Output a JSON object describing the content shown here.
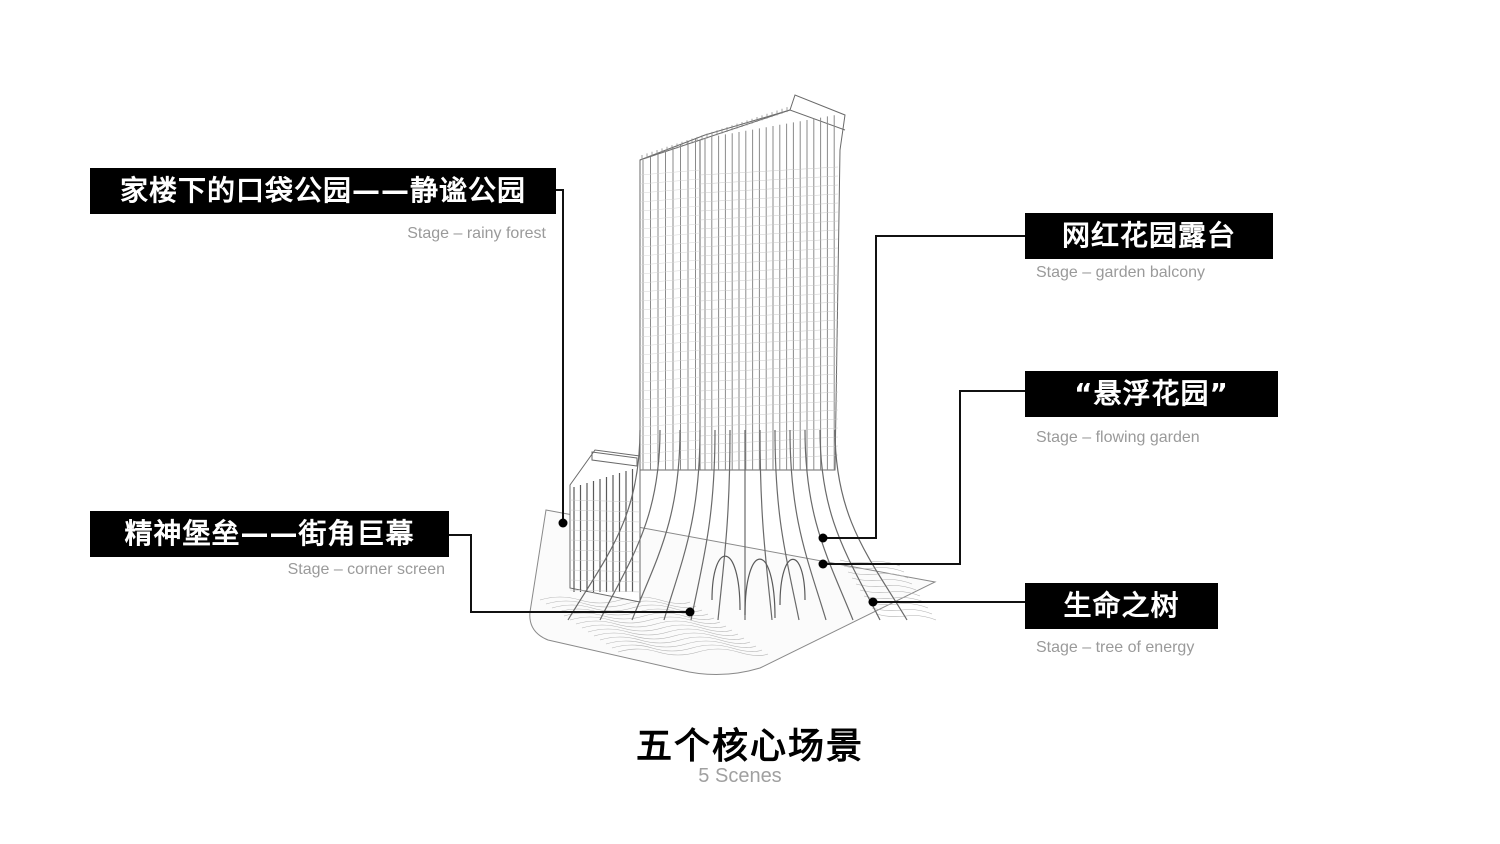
{
  "title": "五个核心场景",
  "subtitle": "5 Scenes",
  "callouts": [
    {
      "label": "家楼下的口袋公园——静谧公园",
      "stage": "Stage – rainy forest"
    },
    {
      "label": "精神堡垒——街角巨幕",
      "stage": "Stage – corner screen"
    },
    {
      "label": "网红花园露台",
      "stage": "Stage – garden balcony"
    },
    {
      "label": "“悬浮花园”",
      "stage": "Stage – flowing garden"
    },
    {
      "label": "生命之树",
      "stage": "Stage – tree of energy"
    }
  ],
  "colors": {
    "label_bg": "#000000",
    "label_text": "#ffffff",
    "stage_text": "#9a9a9a",
    "line": "#111111",
    "drawing": "#6a6a6a"
  }
}
